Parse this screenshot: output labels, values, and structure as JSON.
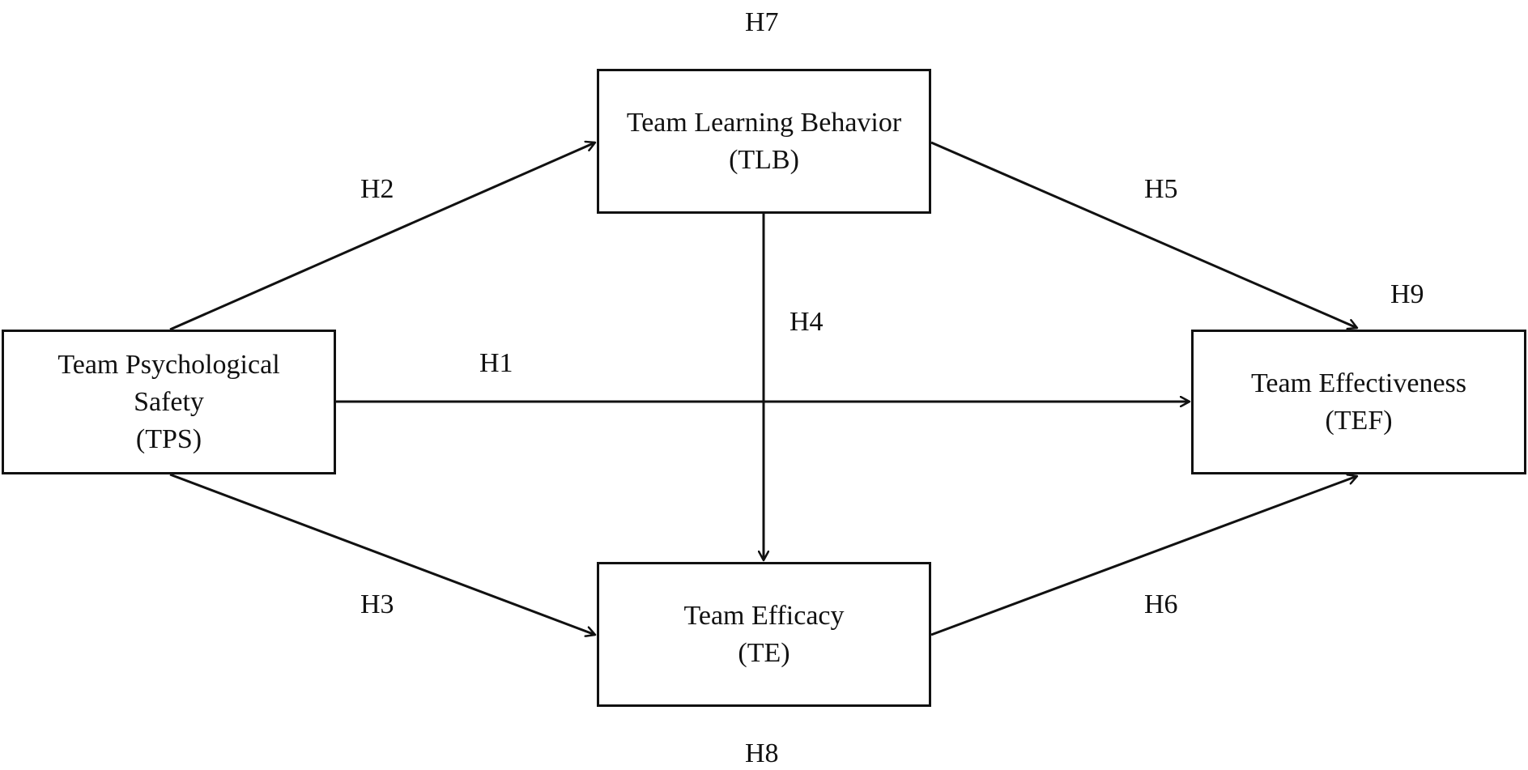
{
  "constructs": {
    "tps": {
      "line1": "Team Psychological",
      "line2": "Safety",
      "abbr": "(TPS)"
    },
    "tlb": {
      "line1": "Team Learning Behavior",
      "abbr": "(TLB)"
    },
    "te": {
      "line1": "Team Efficacy",
      "abbr": "(TE)"
    },
    "tef": {
      "line1": "Team Effectiveness",
      "abbr": "(TEF)"
    }
  },
  "hypotheses": {
    "h1": "H1",
    "h2": "H2",
    "h3": "H3",
    "h4": "H4",
    "h5": "H5",
    "h6": "H6",
    "h7": "H7",
    "h8": "H8",
    "h9": "H9"
  },
  "paths": [
    {
      "from": "TPS",
      "to": "TEF",
      "label": "H1"
    },
    {
      "from": "TPS",
      "to": "TLB",
      "label": "H2"
    },
    {
      "from": "TPS",
      "to": "TE",
      "label": "H3"
    },
    {
      "from": "TLB",
      "to": "TE",
      "label": "H4"
    },
    {
      "from": "TLB",
      "to": "TEF",
      "label": "H5"
    },
    {
      "from": "TE",
      "to": "TEF",
      "label": "H6"
    }
  ],
  "colors": {
    "stroke": "#111111",
    "background": "#ffffff"
  }
}
